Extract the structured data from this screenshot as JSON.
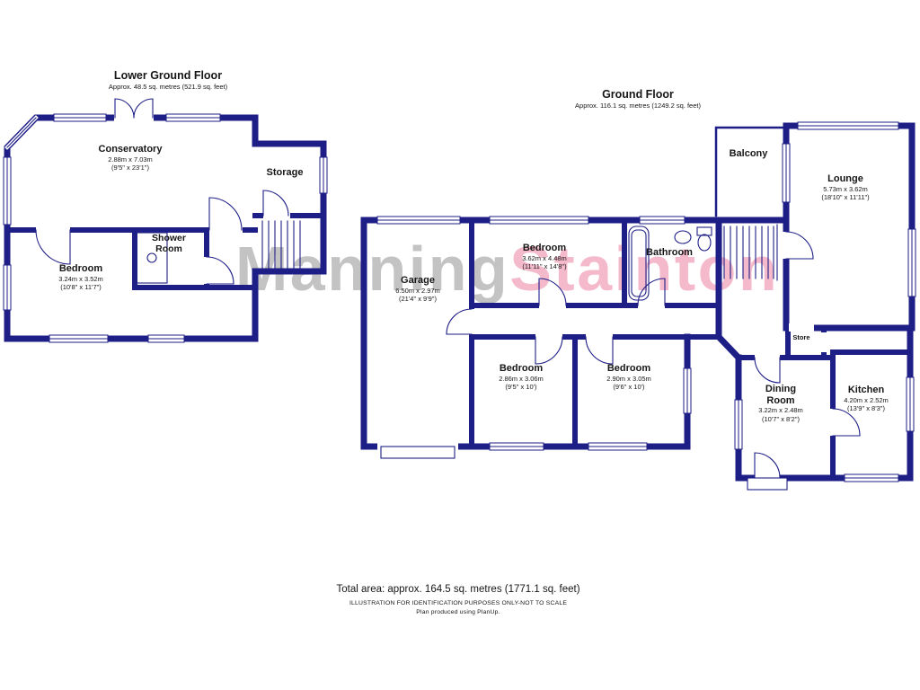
{
  "colors": {
    "wall": "#1e1e87",
    "watermark_gray": "#c3c3c3",
    "watermark_pink": "#f4b9ca",
    "text": "#161616",
    "background": "#ffffff"
  },
  "watermark": {
    "part1": "Manning",
    "part2": "Stainton"
  },
  "floors": {
    "lower": {
      "title": "Lower Ground Floor",
      "subtitle": "Approx. 48.5 sq. metres (521.9 sq. feet)",
      "rooms": {
        "conservatory": {
          "name": "Conservatory",
          "metric": "2.88m x 7.03m",
          "imperial": "(9'5\" x 23'1\")"
        },
        "storage": {
          "name": "Storage"
        },
        "shower_room": {
          "name": "Shower Room"
        },
        "bedroom": {
          "name": "Bedroom",
          "metric": "3.24m x 3.52m",
          "imperial": "(10'8\" x 11'7\")"
        }
      }
    },
    "ground": {
      "title": "Ground Floor",
      "subtitle": "Approx. 116.1 sq. metres (1249.2 sq. feet)",
      "rooms": {
        "balcony": {
          "name": "Balcony"
        },
        "lounge": {
          "name": "Lounge",
          "metric": "5.73m x 3.62m",
          "imperial": "(18'10\" x 11'11\")"
        },
        "bedroom1": {
          "name": "Bedroom",
          "metric": "3.62m x 4.48m",
          "imperial": "(11'11\" x 14'8\")"
        },
        "bathroom": {
          "name": "Bathroom"
        },
        "garage": {
          "name": "Garage",
          "metric": "6.50m x 2.97m",
          "imperial": "(21'4\" x 9'9\")"
        },
        "bedroom2": {
          "name": "Bedroom",
          "metric": "2.86m x 3.06m",
          "imperial": "(9'5\" x 10')"
        },
        "bedroom3": {
          "name": "Bedroom",
          "metric": "2.90m x 3.05m",
          "imperial": "(9'6\" x 10')"
        },
        "store": {
          "name": "Store"
        },
        "dining": {
          "name": "Dining Room",
          "metric": "3.22m x 2.48m",
          "imperial": "(10'7\" x 8'2\")"
        },
        "kitchen": {
          "name": "Kitchen",
          "metric": "4.20m x 2.52m",
          "imperial": "(13'9\" x 8'3\")"
        }
      }
    }
  },
  "footer": {
    "total": "Total area: approx. 164.5 sq. metres (1771.1 sq. feet)",
    "disclaimer": "ILLUSTRATION FOR IDENTIFICATION PURPOSES ONLY-NOT TO SCALE",
    "produced": "Plan produced using PlanUp."
  }
}
